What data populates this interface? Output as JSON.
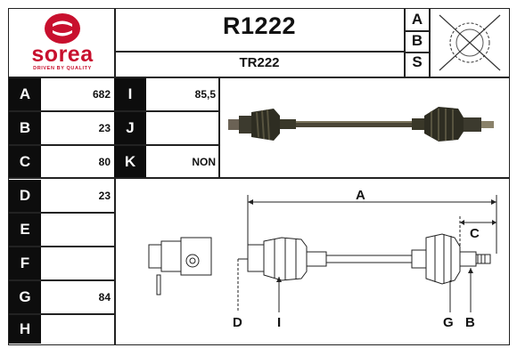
{
  "brand": {
    "name": "sorea",
    "tagline": "DRIVEN BY QUALITY",
    "color": "#c8102e"
  },
  "header": {
    "reference": "R1222",
    "sub_reference": "TR222",
    "abs_letters": [
      "A",
      "B",
      "S"
    ]
  },
  "specs_left": [
    {
      "label": "A",
      "value": "682"
    },
    {
      "label": "B",
      "value": "23"
    },
    {
      "label": "C",
      "value": "80"
    },
    {
      "label": "D",
      "value": "23"
    },
    {
      "label": "E",
      "value": ""
    },
    {
      "label": "F",
      "value": ""
    },
    {
      "label": "G",
      "value": "84"
    },
    {
      "label": "H",
      "value": ""
    }
  ],
  "specs_mid": [
    {
      "label": "I",
      "value": "85,5"
    },
    {
      "label": "J",
      "value": ""
    },
    {
      "label": "K",
      "value": "NON"
    }
  ],
  "diagram": {
    "labels": {
      "A": "A",
      "C": "C",
      "D": "D",
      "I": "I",
      "G": "G",
      "B": "B"
    }
  },
  "icons": {
    "abs_ring": "abs-ring-crossed-icon",
    "logo": "sorea-logo-icon"
  }
}
